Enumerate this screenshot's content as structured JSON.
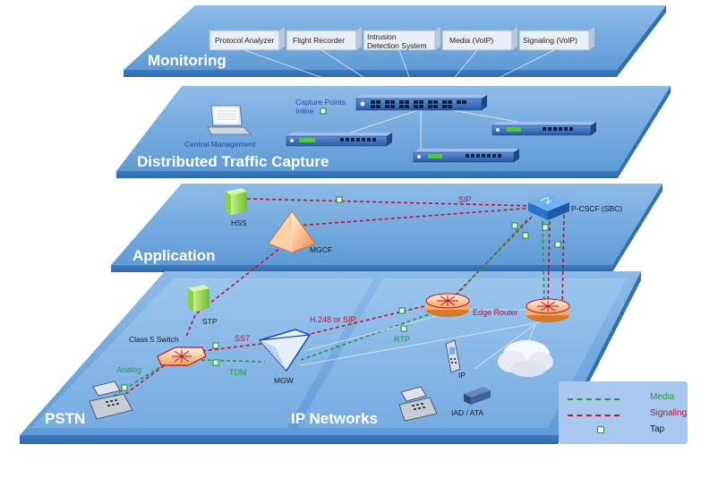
{
  "layers": {
    "monitoring": "Monitoring",
    "capture": "Distributed Traffic Capture",
    "application": "Application",
    "pstn": "PSTN",
    "ip_networks": "IP Networks"
  },
  "monitoring_tools": [
    "Protocol Analyzer",
    "Flight Recorder",
    "Intrusion",
    "Detection System",
    "Media (VoIP)",
    "Signaling (VoIP)"
  ],
  "capture": {
    "capture_points": "Capture Points",
    "inline": "Inline",
    "central_management": "Central Management"
  },
  "nodes": {
    "hss": "HSS",
    "mgcf": "MGCF",
    "pcscf": "P-CSCF (SBC)",
    "stp": "STP",
    "class5": "Class 5 Switch",
    "mgw": "MGW",
    "edge_router": "Edge Router",
    "ip": "IP",
    "iad": "IAD / ATA"
  },
  "link_labels": {
    "sip": "SIP",
    "ss7": "SS7",
    "h248": "H.248 or SIP",
    "rtp": "RTP",
    "tdm": "TDM",
    "analog": "Analog"
  },
  "legend": {
    "media": "Media",
    "signaling": "Signaling",
    "tap": "Tap"
  },
  "colors": {
    "plane": "#6fa8dc",
    "plane_edge": "#4a86c5",
    "media": "#1e9a3c",
    "signaling": "#c8102e",
    "text_blue": "#1f4aa8"
  }
}
